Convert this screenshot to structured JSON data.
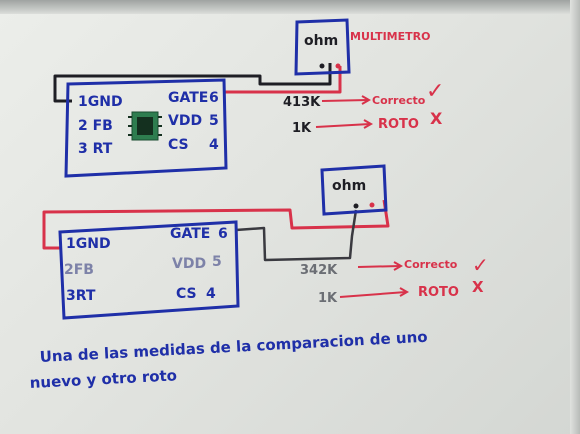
{
  "chip1": {
    "pins_left": [
      "1GND",
      "2 FB",
      "3 RT"
    ],
    "pins_right_names": [
      "GATE",
      "VDD",
      "CS"
    ],
    "pins_right_nums": [
      "6",
      "5",
      "4"
    ]
  },
  "chip2": {
    "pins_left": [
      "1GND",
      "2FB",
      "3RT"
    ],
    "pins_right_names": [
      "GATE",
      "VDD",
      "CS"
    ],
    "pins_right_nums": [
      "6",
      "5",
      "4"
    ]
  },
  "meter1": {
    "label": "ohm",
    "caption": "MULTIMETRO"
  },
  "meter2": {
    "label": "ohm"
  },
  "readings1": [
    {
      "value": "413K",
      "status": "Correcto",
      "mark": "✓"
    },
    {
      "value": "1K",
      "status": "ROTO",
      "mark": "X"
    }
  ],
  "readings2": [
    {
      "value": "342K",
      "status": "Correcto",
      "mark": "✓"
    },
    {
      "value": "1K",
      "status": "ROTO",
      "mark": "X"
    }
  ],
  "note": {
    "line1": "Una de las medidas de la comparacion de uno",
    "line2": "nuevo y otro roto"
  },
  "colors": {
    "ink_blue": "#1f2fa8",
    "ink_red": "#d8324a",
    "ink_black": "#1e1e24",
    "chip_green": "#2e7d4f"
  }
}
